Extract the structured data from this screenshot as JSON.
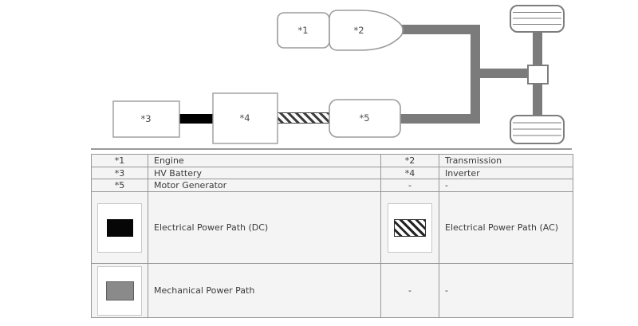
{
  "diagram": {
    "node_labels": {
      "engine": "*1",
      "transmission": "*2",
      "hv_battery": "*3",
      "inverter": "*4",
      "motor_generator": "*5"
    },
    "colors": {
      "mechanical_path_gray": "#7b7b7b",
      "dc_path_black": "#000000",
      "box_border_gray": "#9b9b9b",
      "table_row_bg": "#f4f4f4",
      "table_grid_line": "#979797",
      "mech_swatch_gray": "#8a8a8a"
    }
  },
  "legend_table": {
    "component_rows": [
      {
        "key": "*1",
        "name": "Engine",
        "key2": "*2",
        "name2": "Transmission"
      },
      {
        "key": "*3",
        "name": "HV Battery",
        "key2": "*4",
        "name2": "Inverter"
      },
      {
        "key": "*5",
        "name": "Motor Generator",
        "key2": "-",
        "name2": "-"
      }
    ],
    "path_rows": [
      {
        "swatch": "black-solid-swatch",
        "label": "Electrical Power Path (DC)",
        "swatch2": "diagonal-hatch-swatch",
        "label2": "Electrical Power Path (AC)"
      },
      {
        "swatch": "gray-solid-swatch",
        "label": "Mechanical Power Path",
        "key2": "-",
        "name2": "-"
      }
    ]
  }
}
